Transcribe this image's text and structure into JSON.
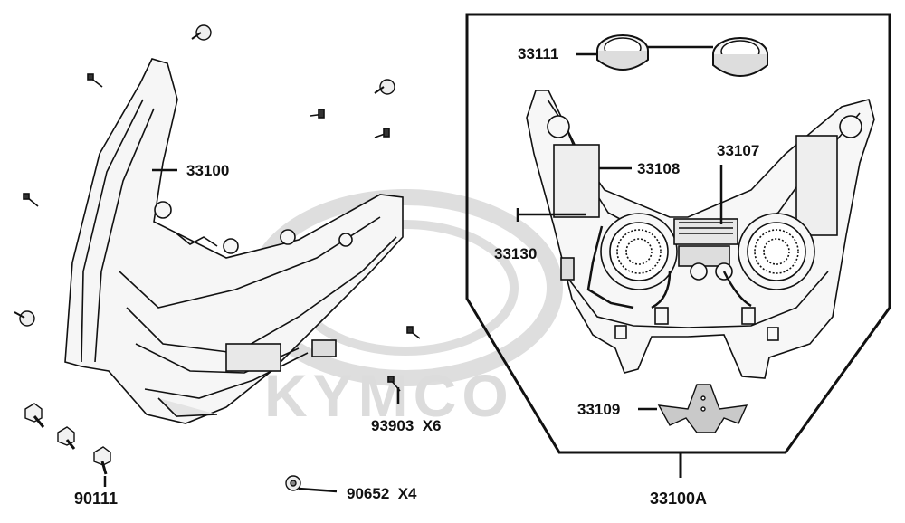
{
  "watermark": {
    "brand": "KYMCO",
    "color": "#d9d9d9"
  },
  "colors": {
    "line": "#1a1a1a",
    "part_fill": "#f4f4f4",
    "shade": "#9a9a9a"
  },
  "labels": {
    "p33111": "33111",
    "p33100": "33100",
    "p33108": "33108",
    "p33107": "33107",
    "p33130": "33130",
    "p33109": "33109",
    "p33100A": "33100A",
    "p93903": "93903  X6",
    "p90111": "90111",
    "p90652": "90652  X4"
  }
}
